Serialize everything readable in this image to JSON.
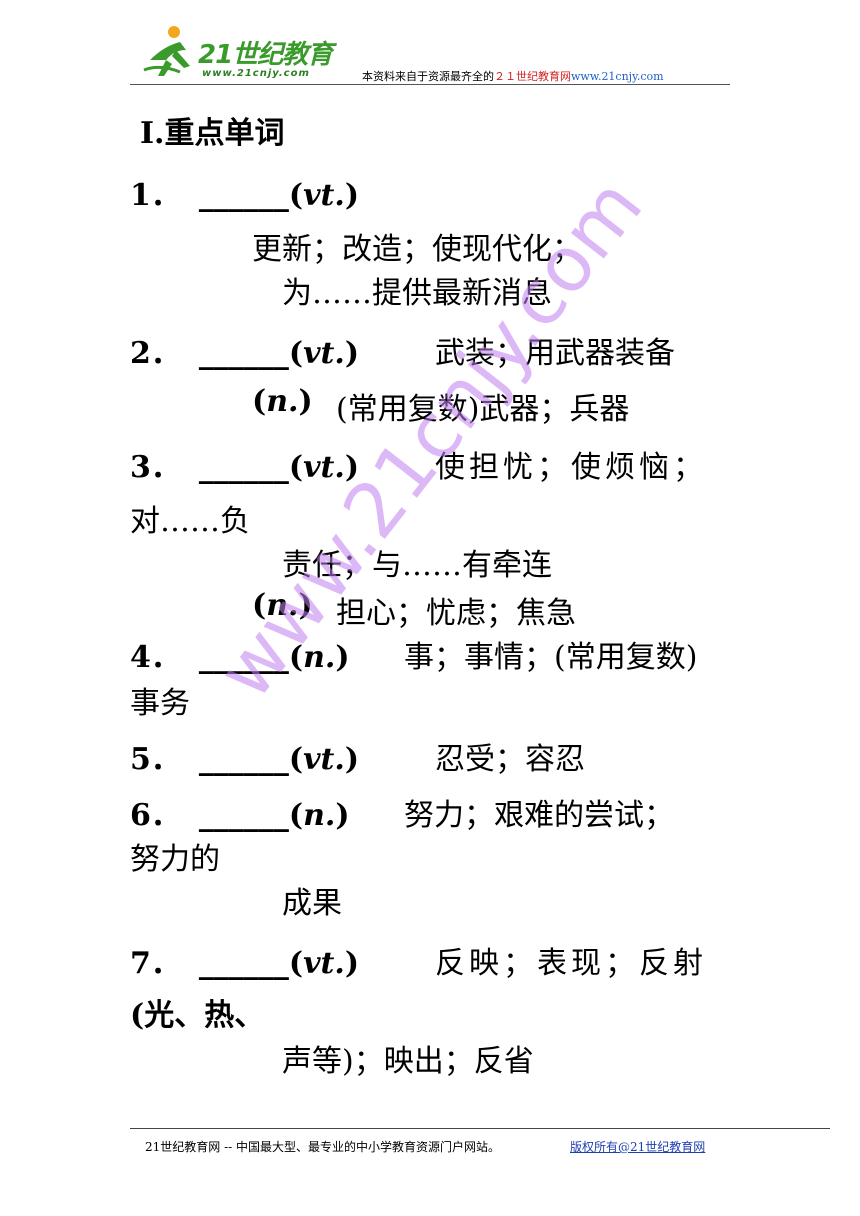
{
  "header": {
    "logo_text": "21世纪教育",
    "logo_url": "www.21cnjy.com",
    "note_prefix": "本资料来自于资源最齐全的",
    "note_brand": "２１世纪教育网",
    "note_site": "www.21cnjy.com"
  },
  "section_title": "Ⅰ.重点单词",
  "entries": [
    {
      "num": "1．",
      "blank": "______",
      "pos_open": "(",
      "pos": "vt.",
      "pos_close": ")",
      "def1": "",
      "def2": "更新；改造；使现代化；",
      "def3": "为……提供最新消息"
    },
    {
      "num": "2．",
      "blank": "______",
      "pos_open": "(",
      "pos": "vt.",
      "pos_close": ")",
      "def1": "武装；用武器装备",
      "pos2": "n.",
      "def2": "(常用复数)武器；兵器"
    },
    {
      "num": "3．",
      "blank": "______",
      "pos_open": "(",
      "pos": "vt.",
      "pos_close": ")",
      "def1": "使担忧；使烦恼；",
      "def1b": "对……负",
      "def2": "责任；与……有牵连",
      "pos2": "n.",
      "def3": "担心；忧虑；焦急"
    },
    {
      "num": "4．",
      "blank": "______",
      "pos_open": "(",
      "pos": "n.",
      "pos_close": ")",
      "def1": "事；事情；(常用复数)",
      "def1b": "事务"
    },
    {
      "num": "5．",
      "blank": "______",
      "pos_open": "(",
      "pos": "vt.",
      "pos_close": ")",
      "def1": "忍受；容忍"
    },
    {
      "num": "6．",
      "blank": "______",
      "pos_open": "(",
      "pos": "n.",
      "pos_close": ")",
      "def1": "努力；艰难的尝试；",
      "def1b": "努力的",
      "def2": "成果"
    },
    {
      "num": "7．",
      "blank": "______",
      "pos_open": "(",
      "pos": "vt.",
      "pos_close": ")",
      "def1": "反映；表现；反射",
      "def1b": "(光、热、",
      "def2": "声等)；映出；反省"
    }
  ],
  "watermark": "www.21cnjy.com",
  "footer": {
    "left": "21世纪教育网 -- 中国最大型、最专业的中小学教育资源门户网站。",
    "right": "版权所有@21世纪教育网"
  }
}
